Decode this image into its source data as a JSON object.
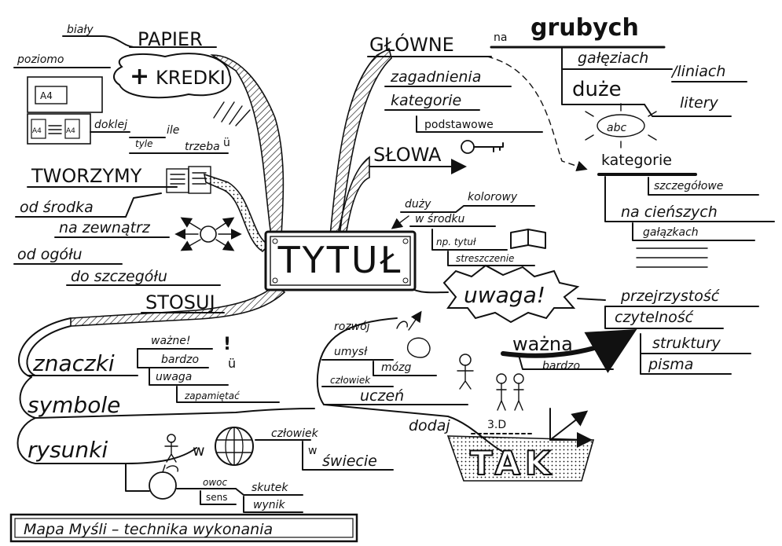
{
  "title": {
    "center": "TYTUŁ",
    "caption": "Mapa Myśli – technika wykonania"
  },
  "papier": {
    "heading": "PAPIER",
    "bialy": "biały",
    "poziomo": "poziomo",
    "a4": "A4",
    "a4_left": "A4",
    "a4_right": "A4",
    "doklej": "doklej",
    "tyle": "tyle",
    "ile": "ile",
    "trzeba": "trzeba"
  },
  "kredki": {
    "plus": "+",
    "label": "KREDKI"
  },
  "tworzymy": {
    "heading": "TWORZYMY",
    "od_srodka": "od środka",
    "na_zewnatrz": "na zewnątrz",
    "od_ogolu": "od ogółu",
    "do_szczegolu": "do szczegółu"
  },
  "glowne": {
    "heading": "GŁÓWNE",
    "na": "na",
    "grubych": "grubych",
    "zagadnienia": "zagadnienia",
    "kategorie": "kategorie",
    "podstawowe": "podstawowe",
    "galeziach": "gałęziach",
    "liniach": "/liniach",
    "duze": "duże",
    "litery": "litery",
    "abc": "abc"
  },
  "slowa": {
    "heading": "SŁOWA"
  },
  "kategorie2": {
    "label": "kategorie",
    "szczegolowe": "szczegółowe",
    "na_cienszych": "na cieńszych",
    "galazkach": "gałązkach"
  },
  "center_notes": {
    "duzy": "duży",
    "kolorowy": "kolorowy",
    "w_srodku": "w środku",
    "np_tytul": "np. tytuł",
    "streszczenie": "streszczenie"
  },
  "uwaga": {
    "label": "uwaga!",
    "przejrzystosc": "przejrzystość",
    "czytelnosc": "czytelność",
    "wazna": "ważna",
    "bardzo": "bardzo",
    "struktury": "struktury",
    "pisma": "pisma"
  },
  "stosuj": {
    "heading": "STOSUJ",
    "znaczki": "znaczki",
    "wazne": "ważne!",
    "bardzo": "bardzo",
    "uwaga": "uwaga",
    "zapamietac": "zapamiętać",
    "symbole": "symbole",
    "rysunki": "rysunki",
    "w": "w",
    "czlowiek": "człowiek",
    "w2": "w",
    "swiecie": "świecie",
    "owoc": "owoc",
    "skutek": "skutek",
    "sens": "sens",
    "wynik": "wynik"
  },
  "rozwoj": {
    "rozwoj": "rozwój",
    "umysl": "umysł",
    "mozg": "mózg",
    "czlowiek": "człowiek",
    "uczen": "uczeń",
    "dodaj": "dodaj",
    "3d": "3.D",
    "tak": "TAK"
  }
}
